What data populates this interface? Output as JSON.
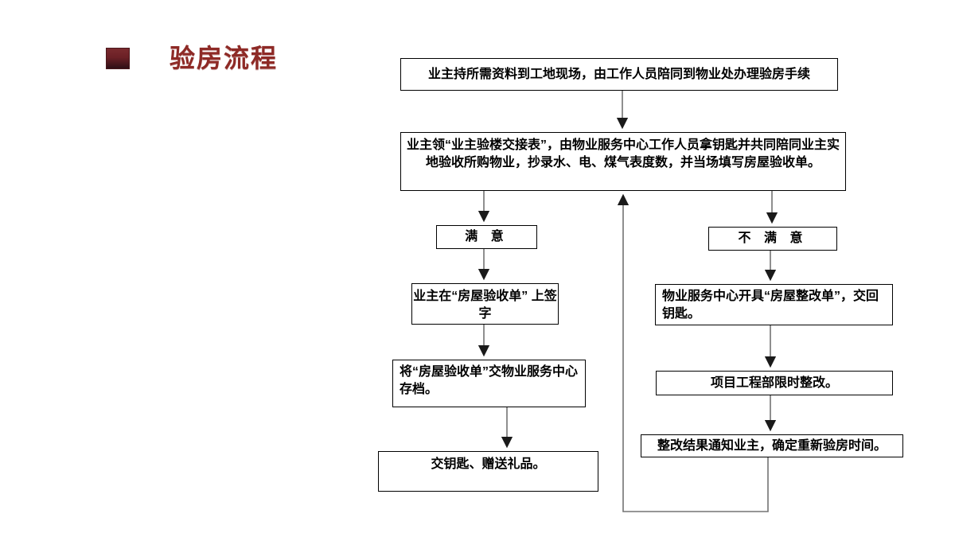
{
  "header": {
    "title": "验房流程",
    "title_color": "#8e2a26",
    "bullet_icon": "dark-maroon-square"
  },
  "colors": {
    "background": "#ffffff",
    "box_border": "#000000",
    "connector_line": "#737373",
    "arrowhead": "#1a1a1a"
  },
  "flowchart": {
    "nodes": {
      "start": {
        "text": "业主持所需资料到工地现场，由工作人员陪同到物业处办理验房手续"
      },
      "handover": {
        "text": "业主领“业主验楼交接表”，由物业服务中心工作人员拿钥匙并共同陪同业主实地验收所购物业，抄录水、电、煤气表度数，并当场填写房屋验收单。"
      },
      "satisfied": {
        "text": "满  意"
      },
      "unsatisfied": {
        "text": "不 满 意"
      },
      "sign": {
        "text": "业主在“房屋验收单” 上签字"
      },
      "archive": {
        "text": "将“房屋验收单”交物业服务中心存档。"
      },
      "keys_gift": {
        "text": "交钥匙、赠送礼品。"
      },
      "rectify_form": {
        "text": "物业服务中心开具“房屋整改单”，交回钥匙。"
      },
      "rectify_dept": {
        "text": "项目工程部限时整改。"
      },
      "notify": {
        "text": "整改结果通知业主，确定重新验房时间。"
      }
    },
    "edges": [
      "start -> handover",
      "handover -> satisfied",
      "handover -> unsatisfied",
      "satisfied -> sign",
      "sign -> archive",
      "archive -> keys_gift",
      "unsatisfied -> rectify_form",
      "rectify_form -> rectify_dept",
      "rectify_dept -> notify",
      "notify -> handover (loop back)"
    ]
  }
}
